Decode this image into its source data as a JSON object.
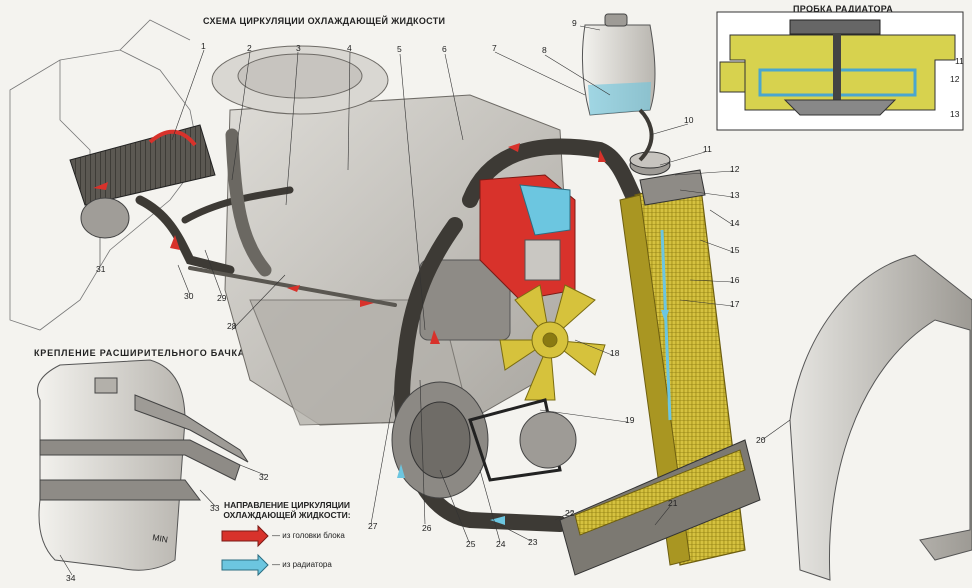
{
  "titles": {
    "main": "СХЕМА ЦИРКУЛЯЦИИ ОХЛАЖДАЮЩЕЙ ЖИДКОСТИ",
    "cap": "ПРОБКА РАДИАТОРА",
    "tank_mount": "КРЕПЛЕНИЕ РАСШИРИТЕЛЬНОГО БАЧКА"
  },
  "legend": {
    "title_line1": "НАПРАВЛЕНИЕ ЦИРКУЛЯЦИИ",
    "title_line2": "ОХЛАЖДАЮЩЕЙ ЖИДКОСТИ:",
    "items": [
      {
        "label": "— из головки блока",
        "color": "#d8322b"
      },
      {
        "label": "— из радиатора",
        "color": "#6cc6e0"
      }
    ]
  },
  "tank_marking": "MIN",
  "callouts": [
    "1",
    "2",
    "3",
    "4",
    "5",
    "6",
    "7",
    "8",
    "9",
    "10",
    "11",
    "12",
    "13",
    "14",
    "15",
    "16",
    "17",
    "18",
    "19",
    "20",
    "21",
    "22",
    "23",
    "24",
    "25",
    "26",
    "27",
    "28",
    "29",
    "30",
    "31",
    "32",
    "33",
    "34"
  ],
  "cap_callouts": [
    "11",
    "12",
    "13"
  ],
  "colors": {
    "hose": "#3d3a35",
    "radiator_core": "#c9b434",
    "coolant_head": "#d8322b",
    "coolant_radiator": "#6cc6e0",
    "engine": "#c9c7c2",
    "fan": "#d6c23c",
    "cap_fill": "#d7d24e",
    "cap_frame": "#4aa6cf"
  }
}
